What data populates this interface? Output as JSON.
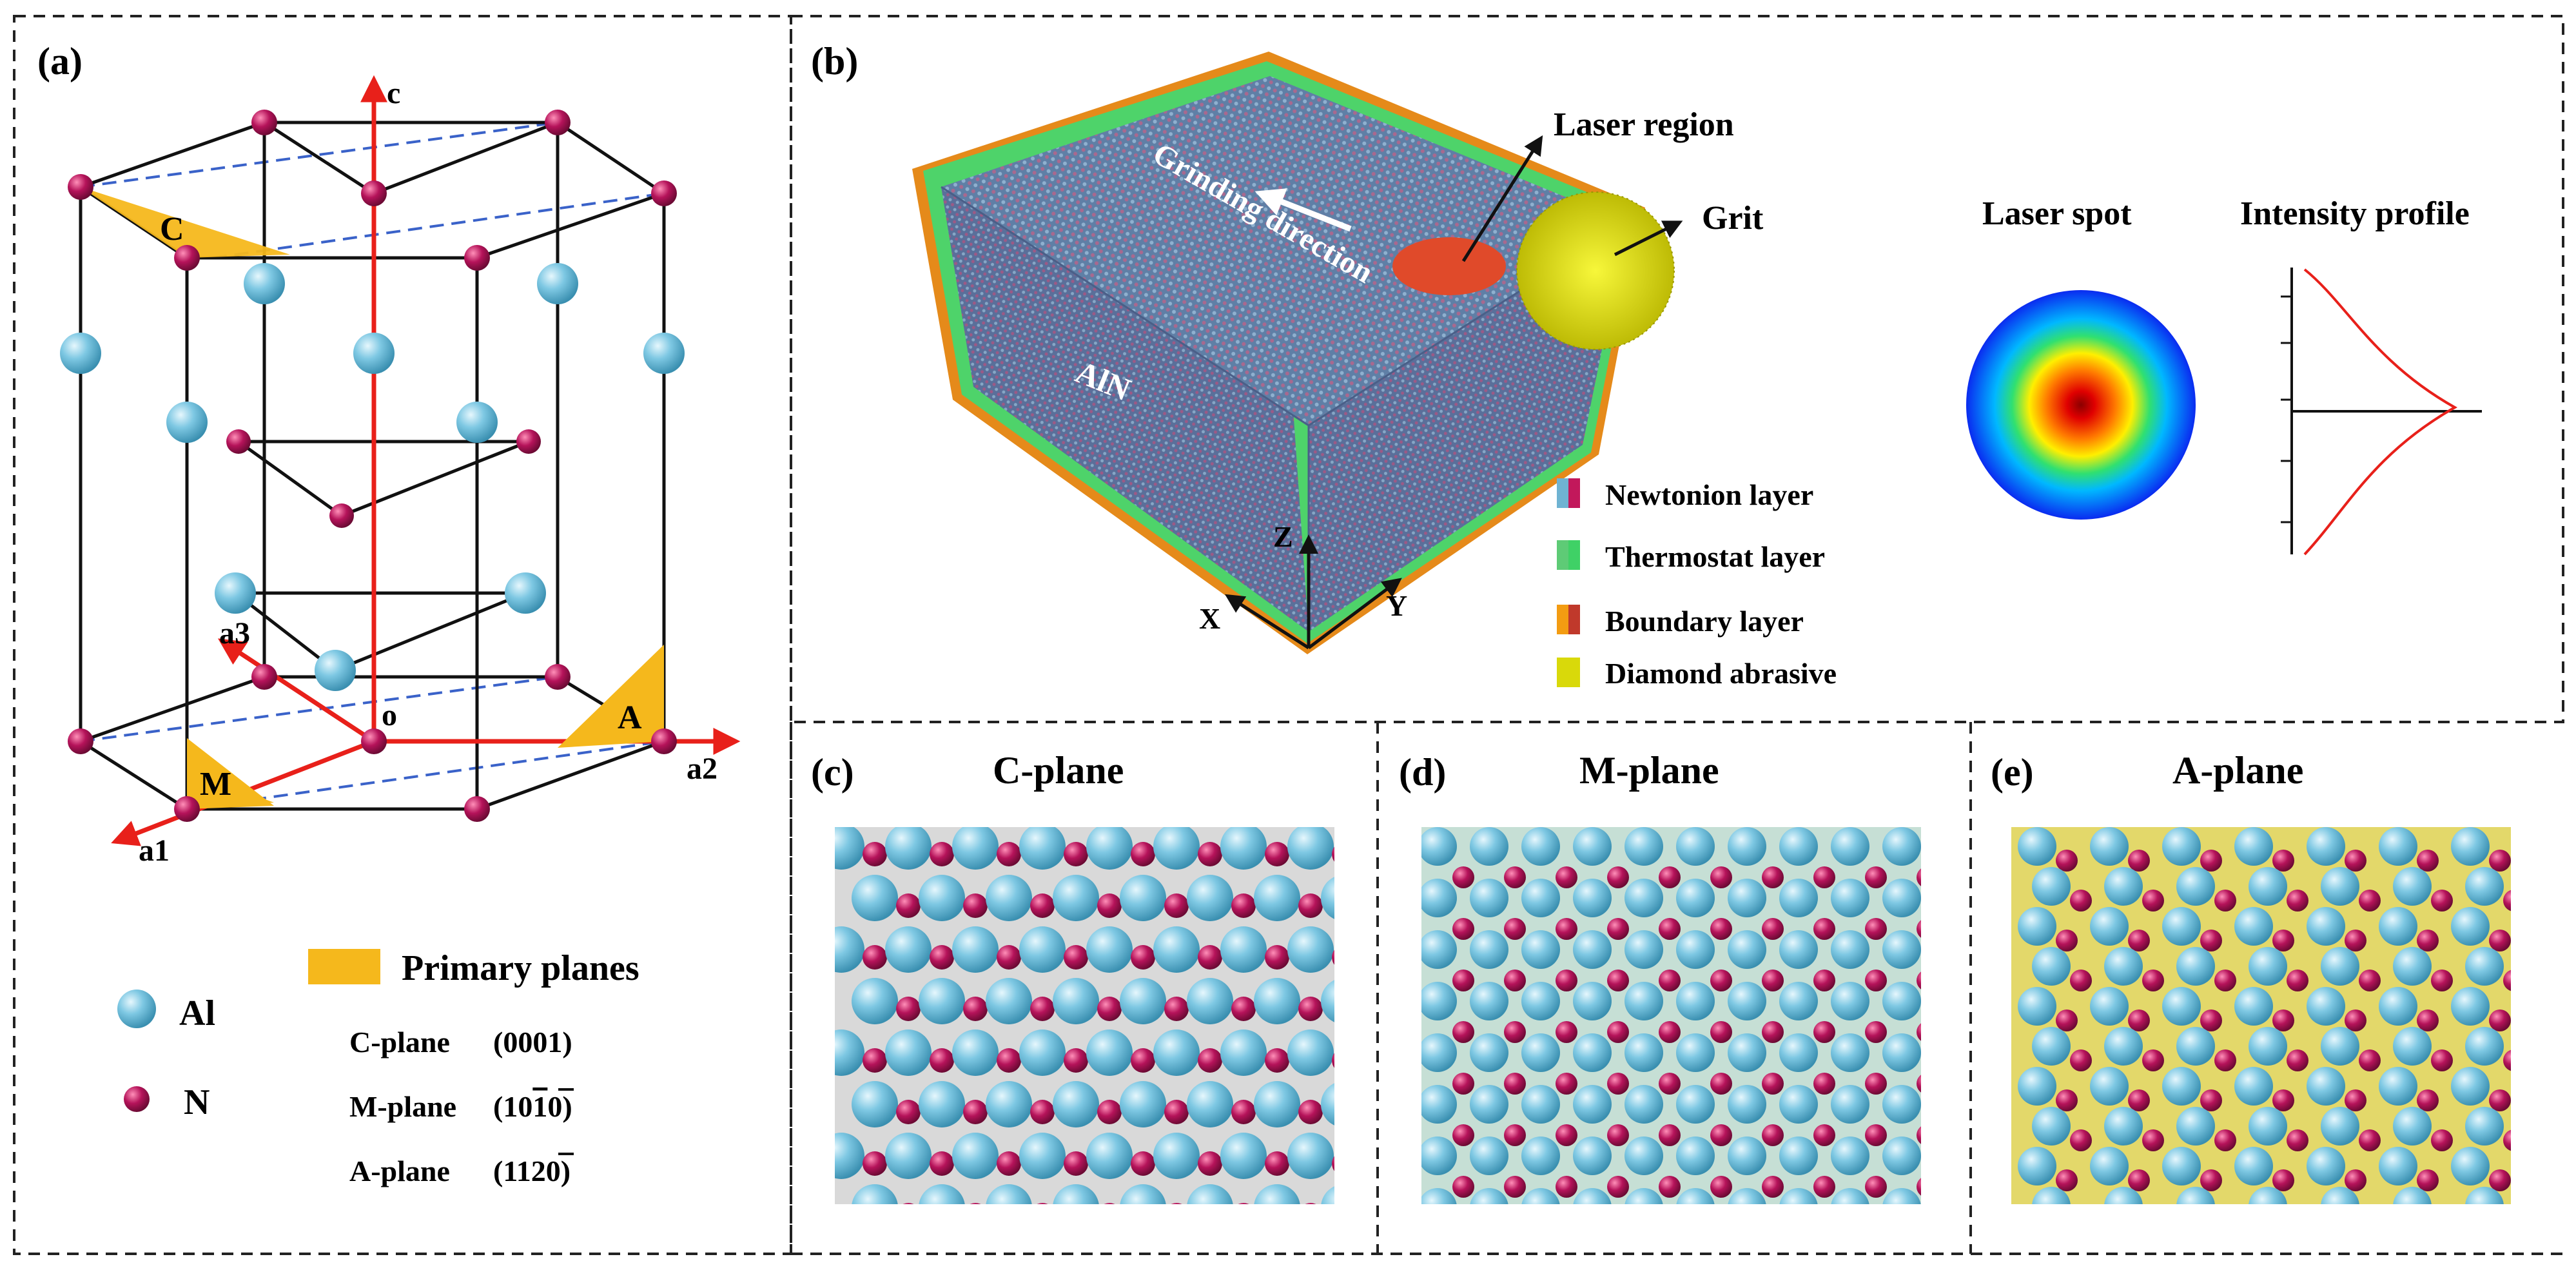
{
  "panels": {
    "a": {
      "label": "(a)"
    },
    "b": {
      "label": "(b)"
    },
    "c": {
      "label": "(c)",
      "title": "C-plane"
    },
    "d": {
      "label": "(d)",
      "title": "M-plane"
    },
    "e": {
      "label": "(e)",
      "title": "A-plane"
    }
  },
  "crystal": {
    "axes": {
      "c": "c",
      "a1": "a1",
      "a2": "a2",
      "a3": "a3",
      "origin": "o"
    },
    "plane_marks": {
      "C": "C",
      "M": "M",
      "A": "A"
    }
  },
  "legend_a": {
    "al_label": "Al",
    "n_label": "N",
    "primary_planes_label": "Primary planes",
    "planes": [
      {
        "name": "C-plane",
        "index": "(0001)"
      },
      {
        "name": "M-plane",
        "index": "(10",
        "bar": "1",
        "tail": "0)"
      },
      {
        "name": "A-plane",
        "index": "(11",
        "bar": "2",
        "tail": "0)"
      }
    ]
  },
  "model": {
    "material": "AlN",
    "grinding_direction": "Grinding direction",
    "laser_region": "Laser region",
    "grit": "Grit",
    "axes": {
      "x": "X",
      "y": "Y",
      "z": "Z"
    }
  },
  "legend_b": [
    {
      "label": "Newtonion layer",
      "colors": [
        "#6fb3d2",
        "#c2185b"
      ]
    },
    {
      "label": "Thermostat layer",
      "colors": [
        "#5ecb76",
        "#3fd166"
      ]
    },
    {
      "label": "Boundary layer",
      "colors": [
        "#f39c12",
        "#c0392b"
      ]
    },
    {
      "label": "Diamond abrasive",
      "colors": [
        "#d9d90a",
        "#d9d90a"
      ]
    }
  ],
  "laser": {
    "spot_title": "Laser spot",
    "profile_title": "Intensity profile"
  },
  "colors": {
    "al": "#7ec8e3",
    "n": "#b5135a",
    "axis_red": "#e8201a",
    "plane_yellow": "#f5b81c",
    "grit_yellow": "#e2e21a"
  }
}
